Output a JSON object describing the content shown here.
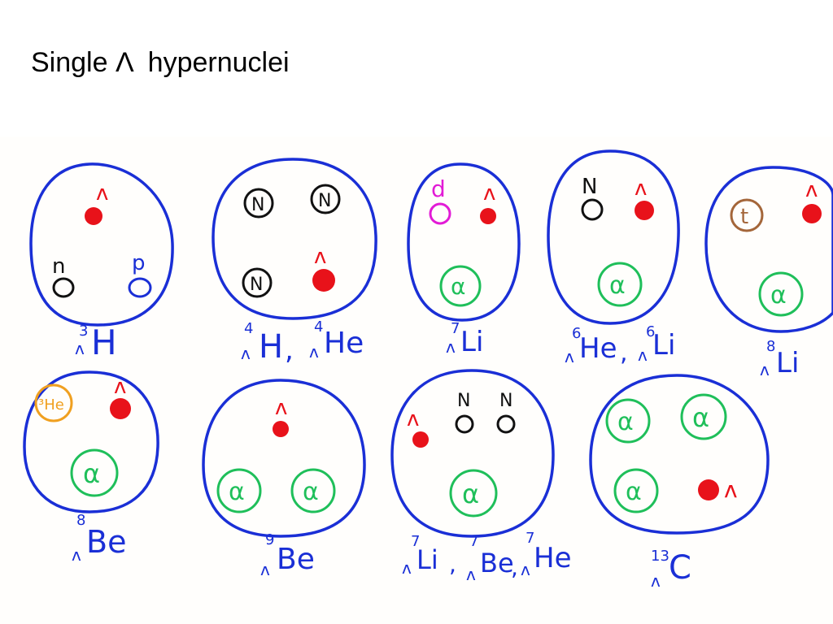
{
  "title": {
    "text": "Single Λ  hypernuclei"
  },
  "particle_labels": {
    "lambda": "ʌ",
    "neutron_small": "n",
    "proton_small": "p",
    "neutron": "N",
    "deuteron": "d",
    "triton": "t",
    "alpha": "α",
    "helium3": "³He"
  },
  "nuclei_labels": {
    "h3": {
      "mass": "3",
      "sub": "ʌ",
      "symbol": "H"
    },
    "h4": {
      "mass": "4",
      "sub": "ʌ",
      "symbol": "H"
    },
    "he4": {
      "mass": "4",
      "sub": "ʌ",
      "symbol": "He"
    },
    "li7a": {
      "mass": "7",
      "sub": "ʌ",
      "symbol": "Li"
    },
    "he6": {
      "mass": "6",
      "sub": "ʌ",
      "symbol": "He"
    },
    "li6": {
      "mass": "6",
      "sub": "ʌ",
      "symbol": "Li"
    },
    "li8": {
      "mass": "8",
      "sub": "ʌ",
      "symbol": "Li"
    },
    "be8": {
      "mass": "8",
      "sub": "ʌ",
      "symbol": "Be"
    },
    "be9": {
      "mass": "9",
      "sub": "ʌ",
      "symbol": "Be"
    },
    "li7b": {
      "mass": "7",
      "sub": "ʌ",
      "symbol": "Li"
    },
    "be7": {
      "mass": "7",
      "sub": "ʌ",
      "symbol": "Be"
    },
    "he7": {
      "mass": "7",
      "sub": "ʌ",
      "symbol": "He"
    },
    "c13": {
      "mass": "13",
      "sub": "ʌ",
      "symbol": "C"
    }
  },
  "separators": {
    "comma": ","
  },
  "colors": {
    "outline": "#1a2fd6",
    "lambda": "#e8121a",
    "alpha": "#1fbf5a",
    "neutron": "#111111",
    "deuteron": "#e21bd6",
    "triton": "#a4663a",
    "helium3": "#f0a020",
    "label": "#1a2fd6"
  }
}
